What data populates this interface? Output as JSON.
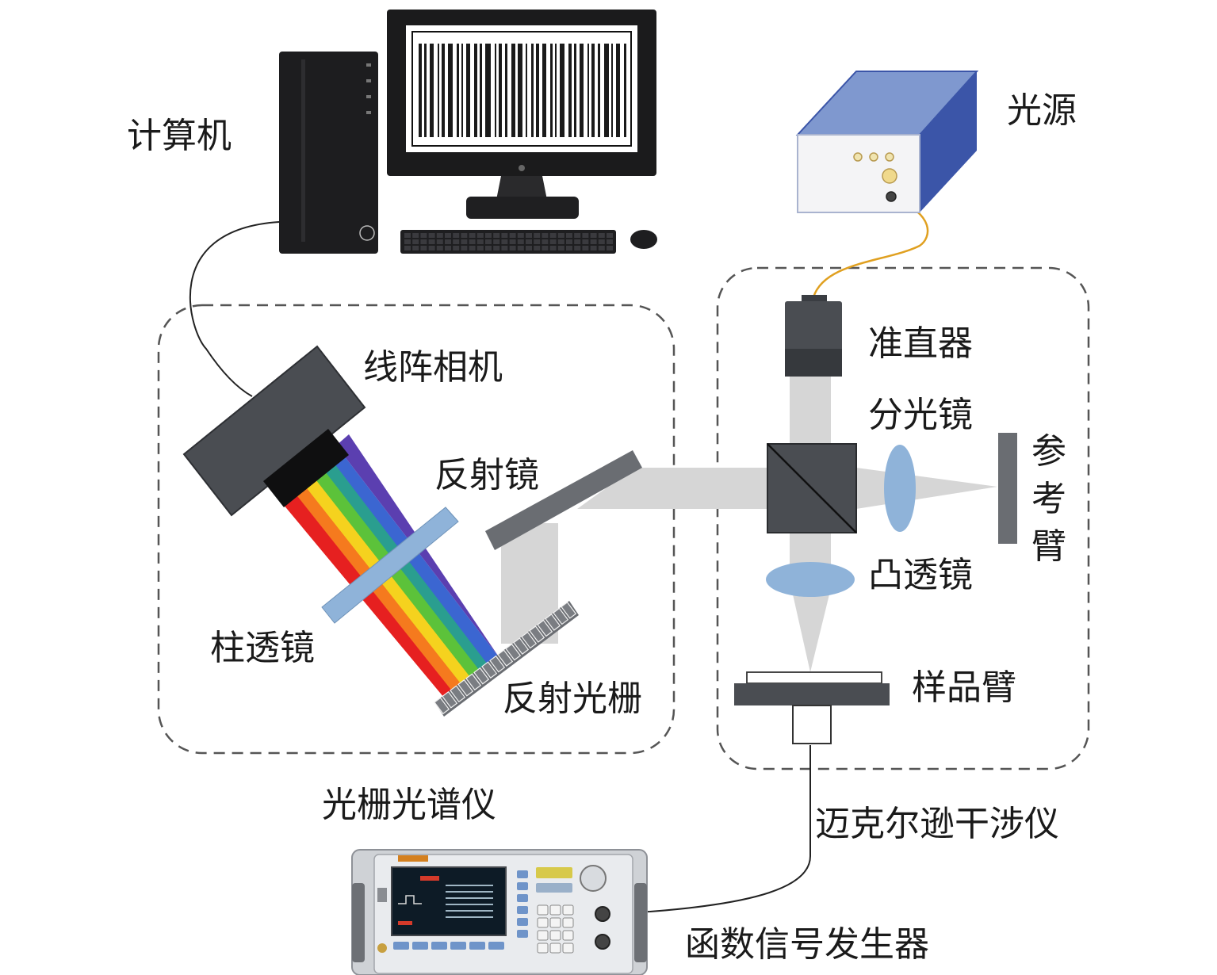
{
  "labels": {
    "computer": "计算机",
    "light_source": "光源",
    "line_camera": "线阵相机",
    "collimator": "准直器",
    "beam_splitter": "分光镜",
    "reference_arm": "参考臂",
    "mirror": "反射镜",
    "convex_lens": "凸透镜",
    "cylindrical_lens": "柱透镜",
    "reflective_grating": "反射光栅",
    "sample_arm": "样品臂",
    "grating_spectrometer": "光栅光谱仪",
    "michelson_interferometer": "迈克尔逊干涉仪",
    "function_generator": "函数信号发生器"
  },
  "colors": {
    "spectrum": [
      "#e62020",
      "#f57a1e",
      "#f5d21e",
      "#5cc23a",
      "#2a9e8f",
      "#3b66d1",
      "#5b3fb0"
    ],
    "beam": "#d6d6d6",
    "lens": "#8fb3d9",
    "fiber": "#e0a020",
    "source_body": "#3b55a8",
    "component_dark": "#4a4d52"
  }
}
